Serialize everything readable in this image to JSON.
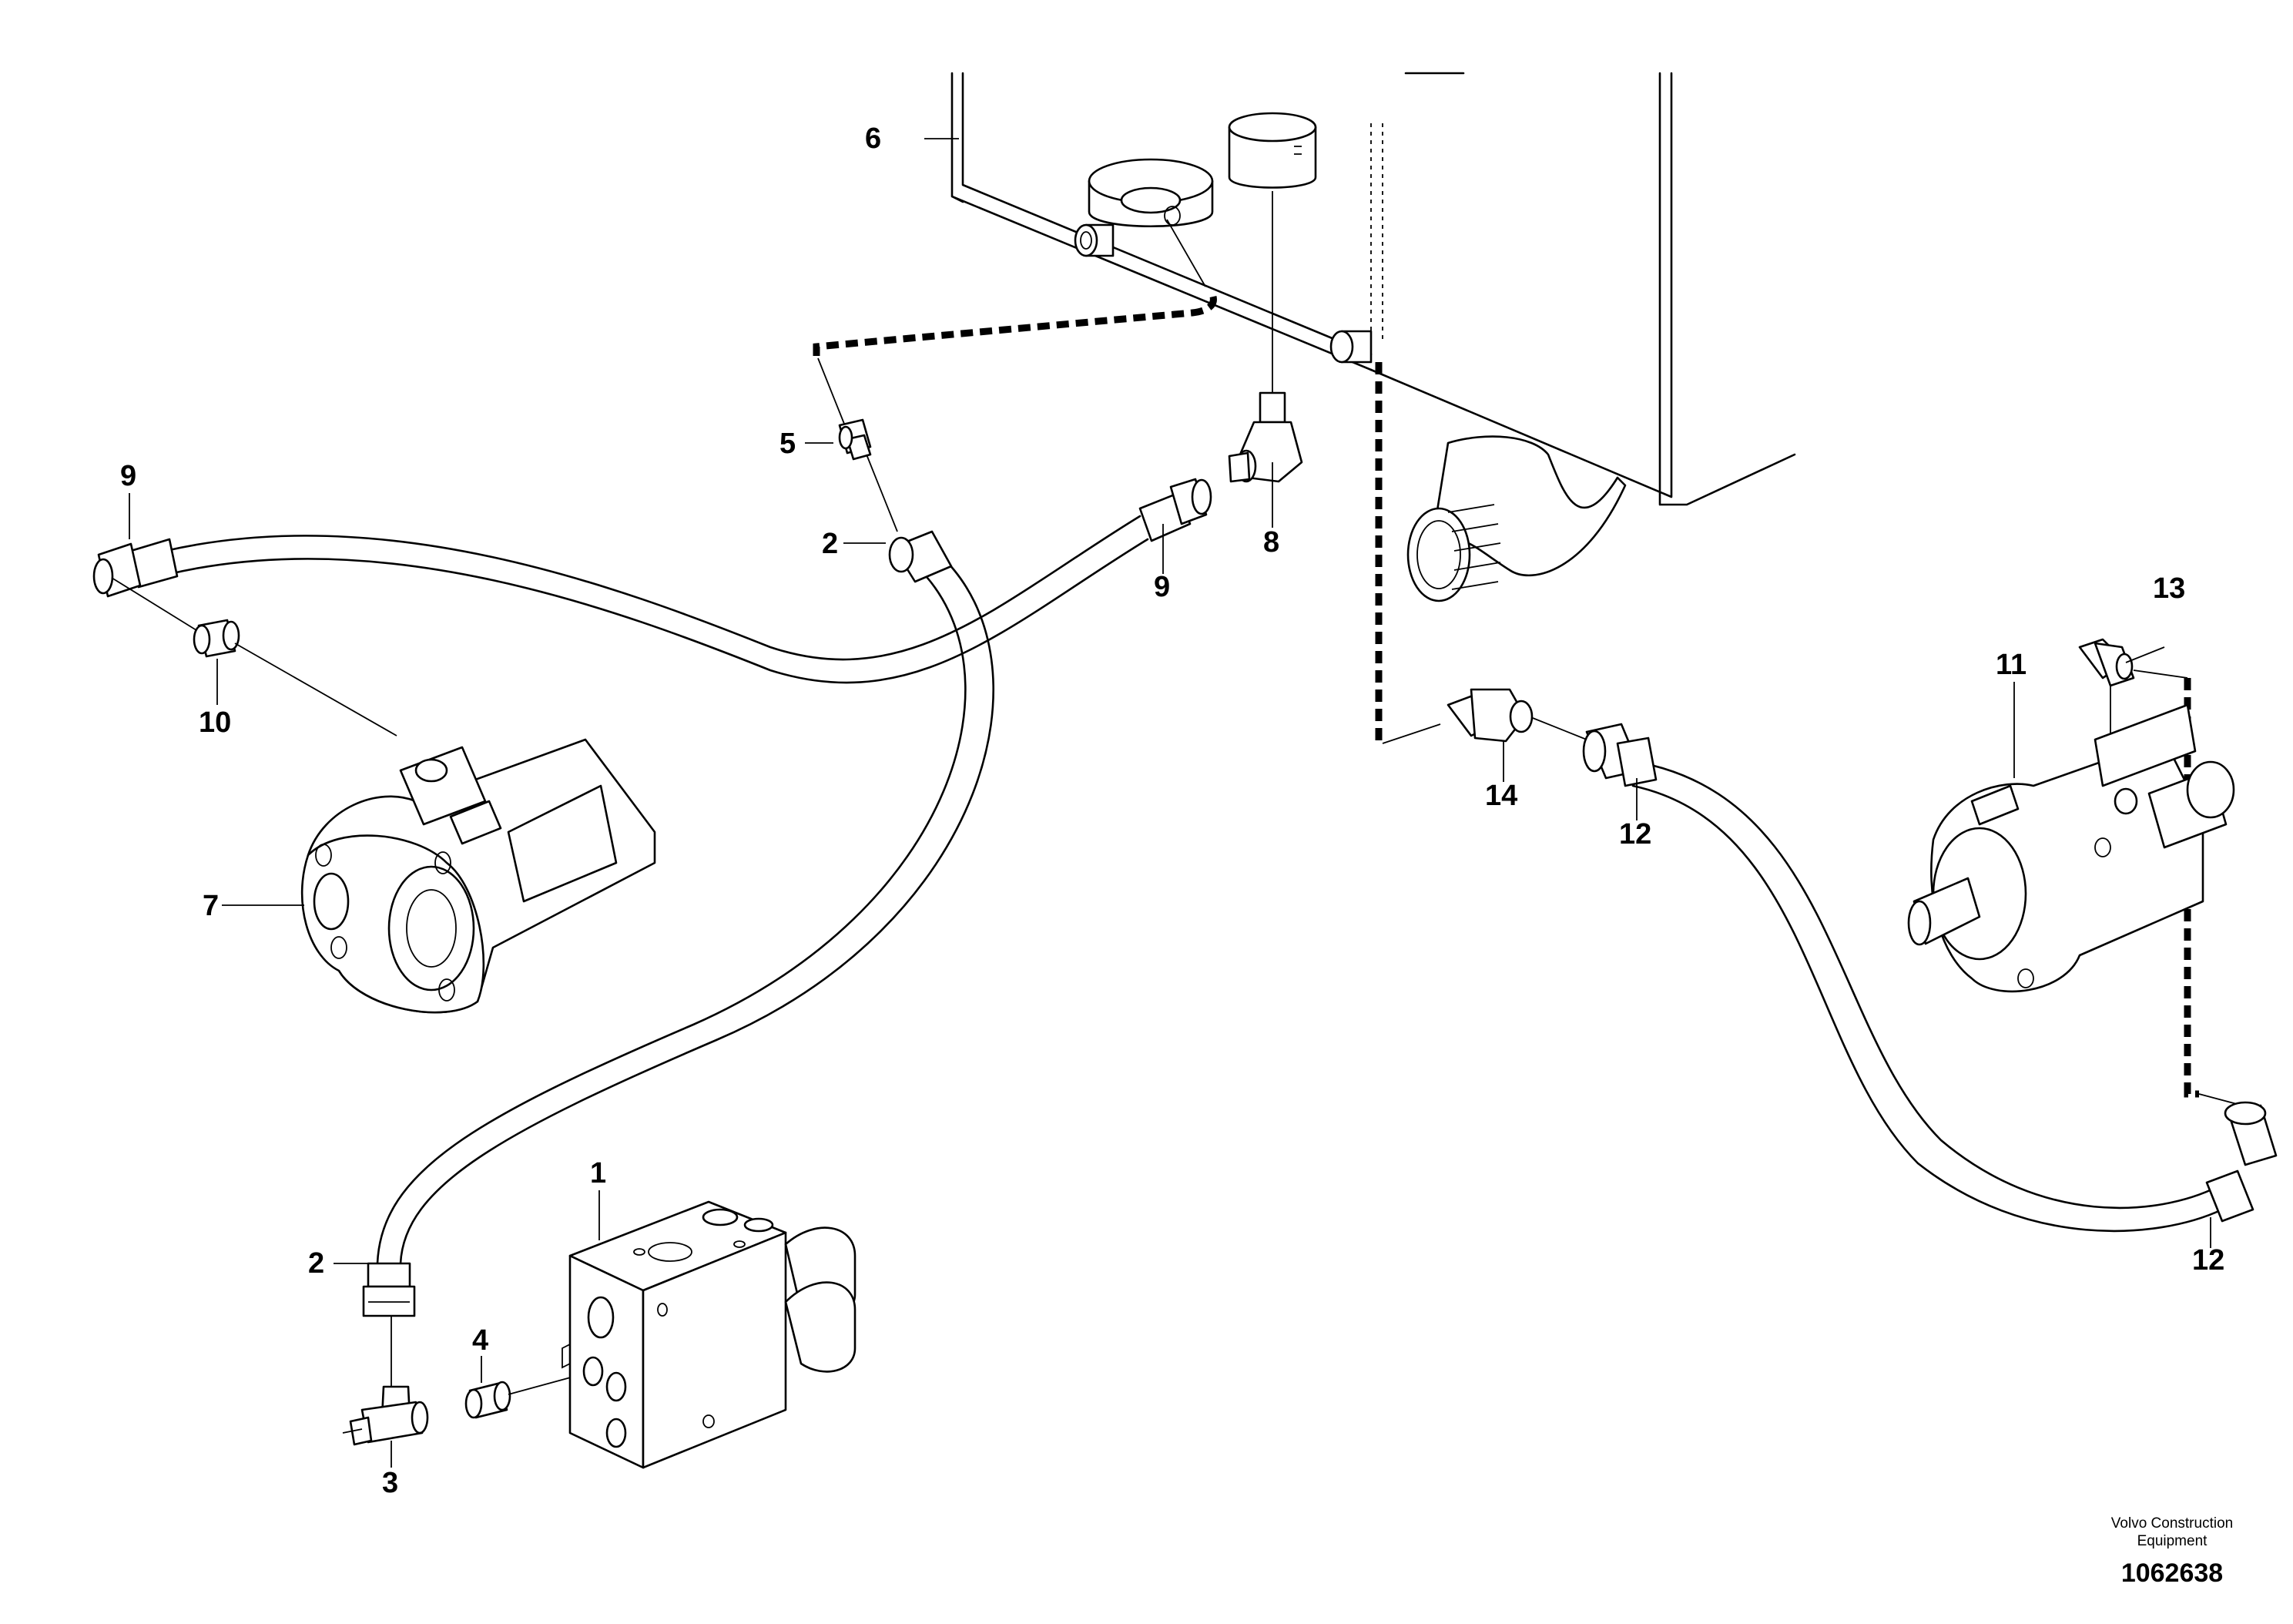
{
  "diagram": {
    "callouts": {
      "c1": "1",
      "c2a": "2",
      "c2b": "2",
      "c3": "3",
      "c4": "4",
      "c5": "5",
      "c6": "6",
      "c7": "7",
      "c8": "8",
      "c9a": "9",
      "c9b": "9",
      "c10": "10",
      "c11": "11",
      "c12a": "12",
      "c12b": "12",
      "c13": "13",
      "c14": "14"
    },
    "credit_line1": "Volvo Construction",
    "credit_line2": "Equipment",
    "drawing_number": "1062638"
  }
}
